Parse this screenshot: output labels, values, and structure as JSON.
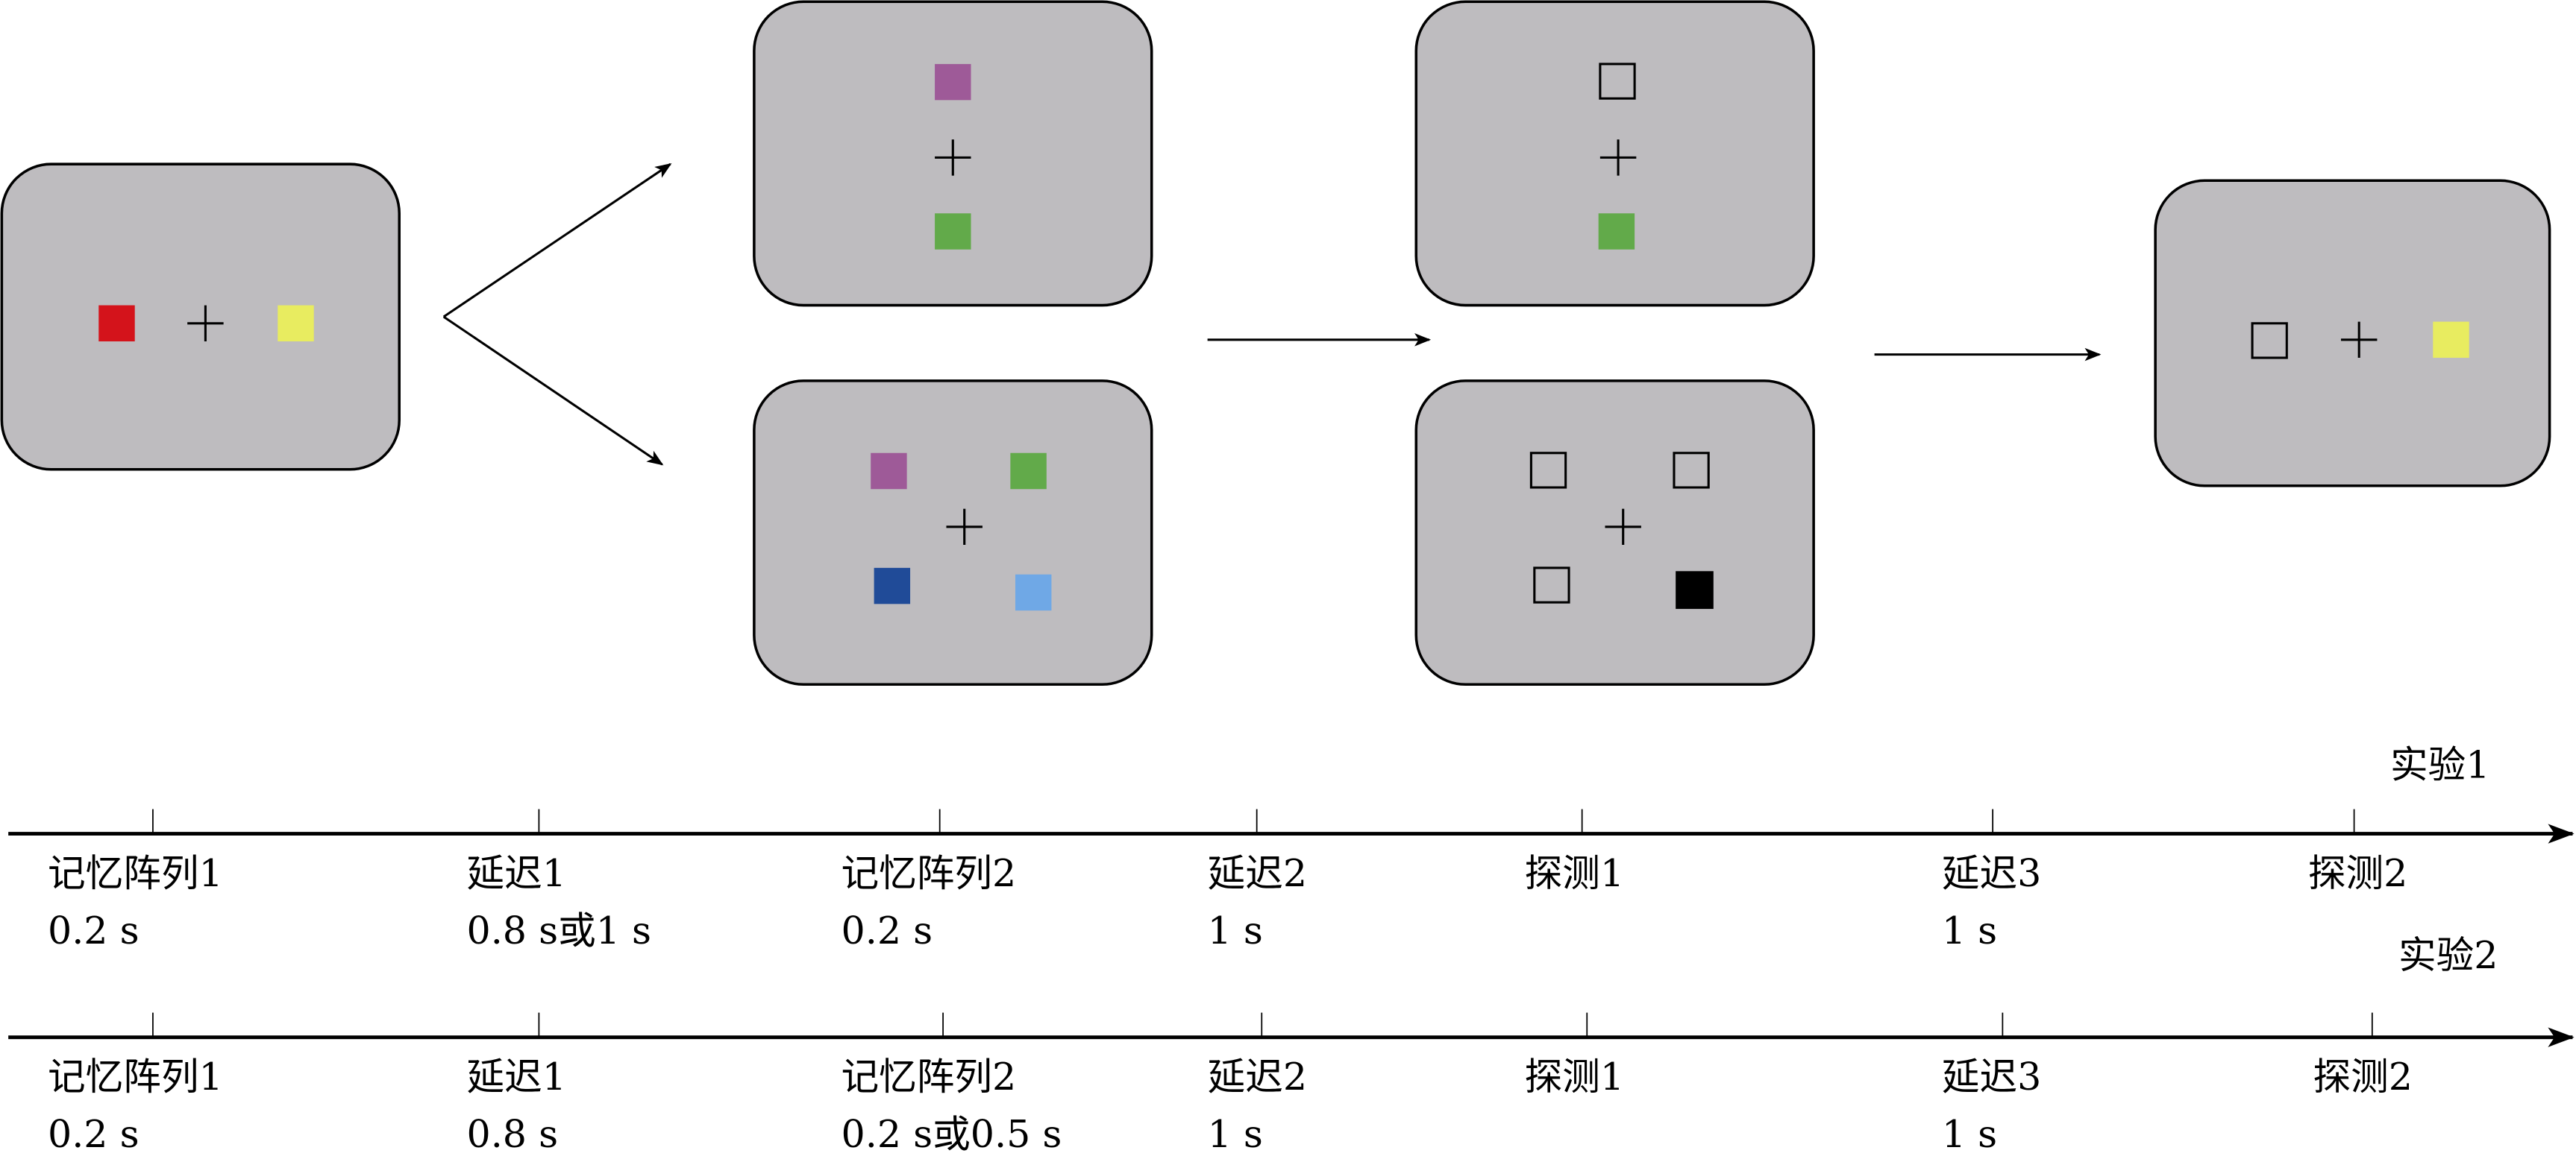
{
  "colors": {
    "panel": "#bebcbf",
    "red": "#d4131b",
    "yellow": "#e8ec60",
    "purple": "#9e5a98",
    "green": "#62aa4a",
    "dark_blue": "#204b98",
    "light_blue": "#6fa8e6",
    "black": "#000000"
  },
  "experiment1": {
    "title": "实验1",
    "events": [
      {
        "label": "记忆阵列1",
        "duration": "0.2 s"
      },
      {
        "label": "延迟1",
        "duration": "0.8 s或1 s"
      },
      {
        "label": "记忆阵列2",
        "duration": "0.2 s"
      },
      {
        "label": "延迟2",
        "duration": "1 s"
      },
      {
        "label": "探测1",
        "duration": ""
      },
      {
        "label": "延迟3",
        "duration": "1 s"
      },
      {
        "label": "探测2",
        "duration": ""
      }
    ]
  },
  "experiment2": {
    "title": "实验2",
    "events": [
      {
        "label": "记忆阵列1",
        "duration": "0.2 s"
      },
      {
        "label": "延迟1",
        "duration": "0.8 s"
      },
      {
        "label": "记忆阵列2",
        "duration": "0.2 s或0.5 s"
      },
      {
        "label": "延迟2",
        "duration": "1 s"
      },
      {
        "label": "探测1",
        "duration": ""
      },
      {
        "label": "延迟3",
        "duration": "1 s"
      },
      {
        "label": "探测2",
        "duration": ""
      }
    ]
  }
}
